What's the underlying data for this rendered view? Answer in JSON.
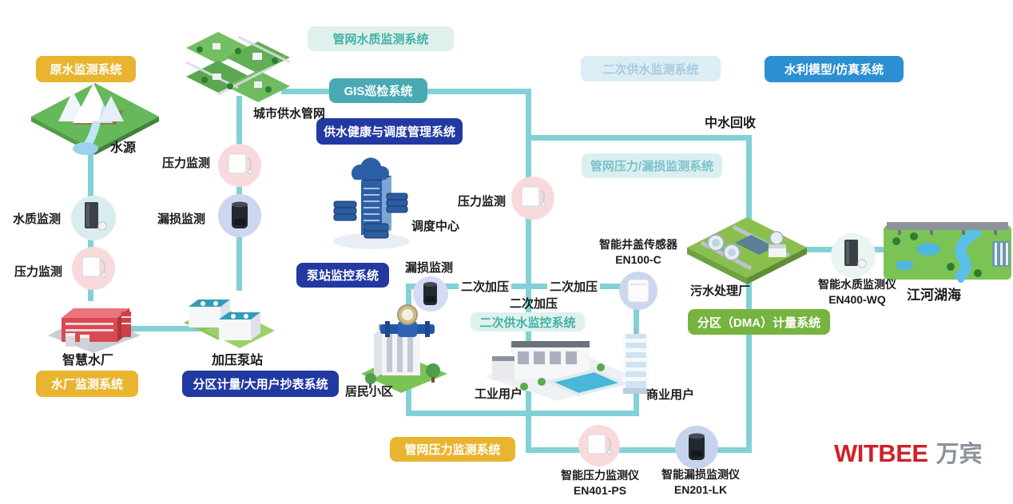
{
  "badges": {
    "origin_water": "原水监测系统",
    "pipe_quality": "管网水质监测系统",
    "gis": "GIS巡检系统",
    "secondary_monitor": "二次供水监测系统",
    "hydraulic_model": "水利模型/仿真系统",
    "supply_health": "供水健康与调度管理系统",
    "pipe_pressure_leak": "管网压力/漏损监测系统",
    "pump_monitor": "泵站监控系统",
    "secondary_control": "二次供水监控系统",
    "plant_monitor": "水厂监测系统",
    "dma_reading": "分区计量/大用户抄表系统",
    "dma_metering": "分区（DMA）计量系统",
    "pipe_pressure": "管网压力监测系统"
  },
  "nodes": {
    "water_source": "水源",
    "city_pipe_network": "城市供水管网",
    "smart_plant": "智慧水厂",
    "booster_station": "加压泵站",
    "dispatch_center": "调度中心",
    "reclaimed_water": "中水回收",
    "sewage_plant": "污水处理厂",
    "rivers_lakes": "江河湖海",
    "residential": "居民小区",
    "industrial": "工业用户",
    "commercial": "商业用户"
  },
  "sensors": {
    "water_quality_source": "水质监测",
    "pressure_source": "压力监测",
    "pressure_pipe": "压力监测",
    "leak_pipe": "漏损监测",
    "pressure_mid": "压力监测",
    "leak_mid": "漏损监测",
    "boost_left": "二次加压",
    "boost_right": "二次加压",
    "boost_down": "二次加压",
    "manhole_name": "智能井盖传感器",
    "manhole_model": "EN100-C",
    "water_quality_name": "智能水质监测仪",
    "water_quality_model": "EN400-WQ",
    "pressure_name": "智能压力监测仪",
    "pressure_model": "EN401-PS",
    "leak_name": "智能漏损监测仪",
    "leak_model": "EN201-LK"
  },
  "logo": {
    "brand": "WITBEE",
    "cn": "万宾"
  },
  "colors": {
    "line": "#82d1d7",
    "badge_yellow": "#e9b42f",
    "badge_navy": "#2239a2",
    "badge_teal": "#49aab4",
    "badge_blue": "#2b8fd2",
    "badge_green": "#76b33f",
    "badge_mint_bg": "#dff1ec",
    "badge_mint_text": "#43b2a6",
    "badge_lightblue_bg": "#dcedf6",
    "badge_lightblue_text": "#a9cbdf",
    "logo_red": "#cf2128",
    "logo_gray": "#8b929c"
  }
}
